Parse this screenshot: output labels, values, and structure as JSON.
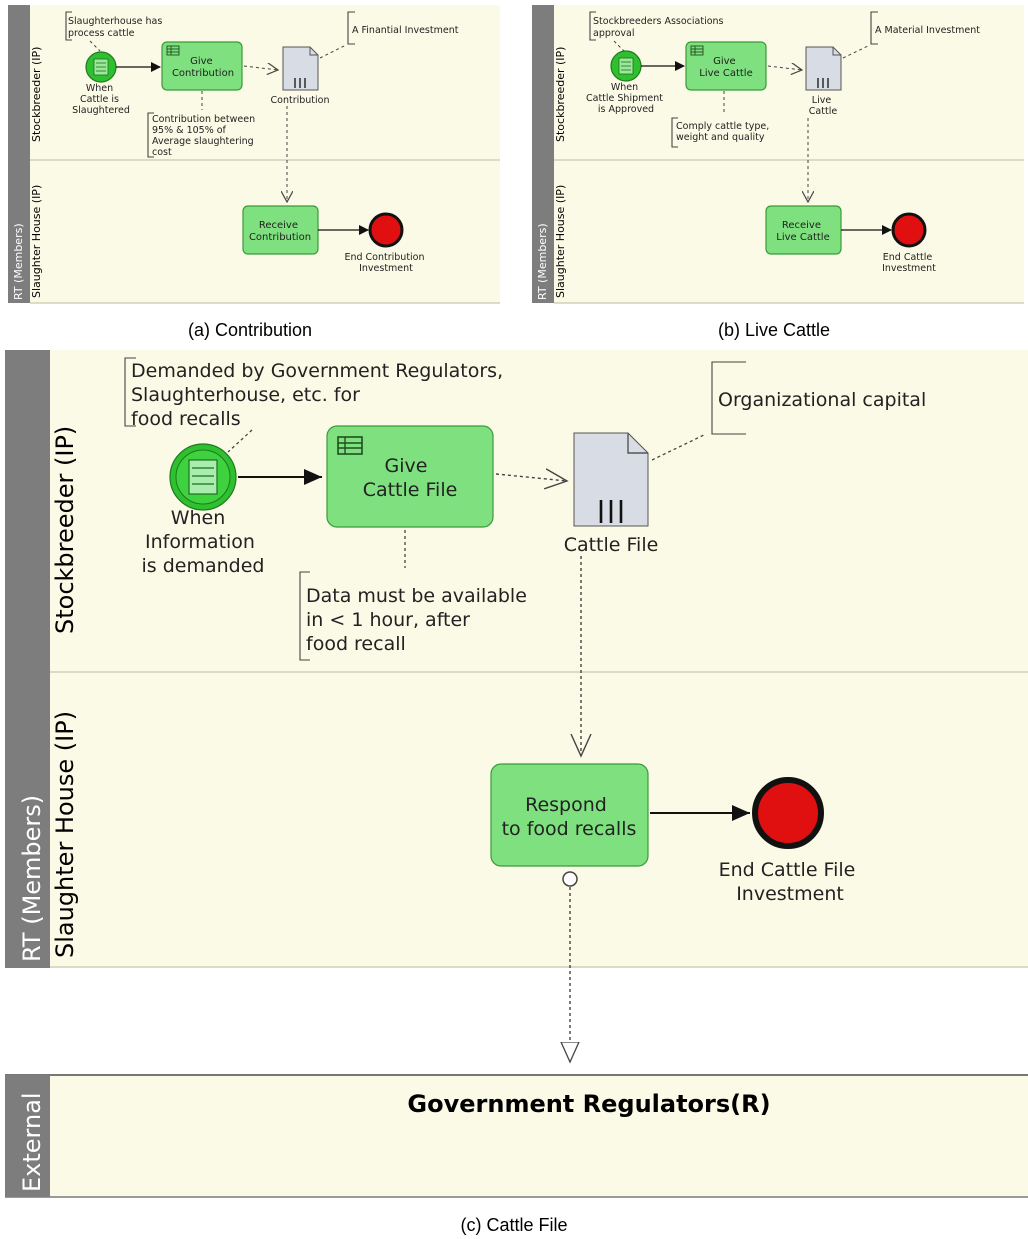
{
  "panel_a": {
    "caption": "(a) Contribution",
    "pool_label": "RT (Members)",
    "lane_top": "Stockbreeder (IP)",
    "lane_bottom": "Slaughter House (IP)",
    "start_note_lines": [
      "Slaughterhouse has",
      "process cattle"
    ],
    "start_event_lines": [
      "When",
      "Cattle is",
      "Slaughtered"
    ],
    "task_give": [
      "Give",
      "Contribution"
    ],
    "doc_label": "Contribution",
    "doc_note": "A Finantial Investment",
    "task_note_lines": [
      "Contribution between",
      "95% & 105% of",
      "Average slaughtering",
      "cost"
    ],
    "task_receive": [
      "Receive",
      "Contribution"
    ],
    "end_event_lines": [
      "End Contribution",
      "Investment"
    ]
  },
  "panel_b": {
    "caption": "(b) Live Cattle",
    "pool_label": "RT (Members)",
    "lane_top": "Stockbreeder (IP)",
    "lane_bottom": "Slaughter House (IP)",
    "start_note_lines": [
      "Stockbreeders Associations",
      "approval"
    ],
    "start_event_lines": [
      "When",
      "Cattle Shipment",
      "is Approved"
    ],
    "task_give": [
      "Give",
      "Live Cattle"
    ],
    "doc_label_lines": [
      "Live",
      "Cattle"
    ],
    "doc_note": "A Material Investment",
    "task_note_lines": [
      "Comply cattle type,",
      "weight and quality"
    ],
    "task_receive": [
      "Receive",
      "Live Cattle"
    ],
    "end_event_lines": [
      "End Cattle",
      "Investment"
    ]
  },
  "panel_c": {
    "caption": "(c) Cattle File",
    "pool_label": "RT (Members)",
    "lane_top": "Stockbreeder (IP)",
    "lane_bottom": "Slaughter House (IP)",
    "start_note_lines": [
      "Demanded by Government Regulators,",
      "Slaughterhouse, etc. for",
      "food recalls"
    ],
    "start_event_lines": [
      "When",
      "Information",
      "is demanded"
    ],
    "task_give": [
      "Give",
      "Cattle File"
    ],
    "doc_label": "Cattle File",
    "doc_note": "Organizational capital",
    "task_note_lines": [
      "Data must be available",
      "in < 1 hour, after",
      "food recall"
    ],
    "task_respond": [
      "Respond",
      "to food recalls"
    ],
    "end_event_lines": [
      "End Cattle File",
      "Investment"
    ],
    "external_label": "External",
    "external_pool": "Government Regulators(R)"
  }
}
